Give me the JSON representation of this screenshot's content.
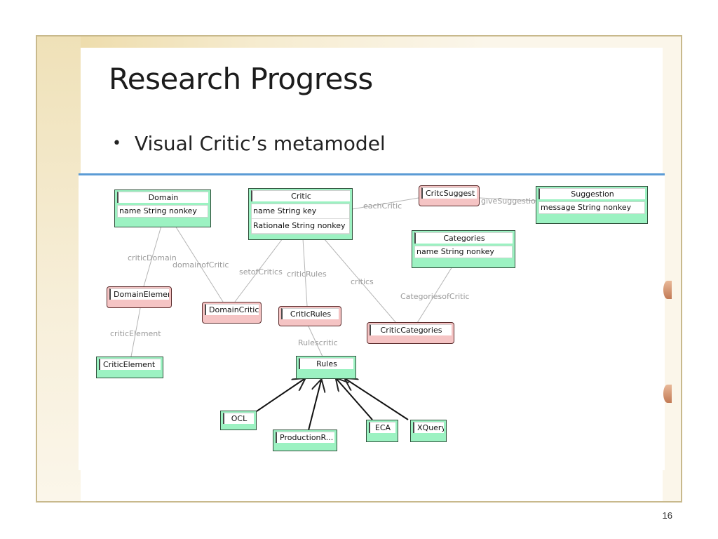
{
  "slide": {
    "title": "Research Progress",
    "bullet": "Visual Critic’s metamodel",
    "page_number": "16"
  },
  "diagram": {
    "classes": {
      "domain": {
        "name": "Domain",
        "attrs": [
          "name String nonkey"
        ]
      },
      "critic": {
        "name": "Critic",
        "attrs": [
          "name String key",
          "Rationale String nonkey"
        ]
      },
      "critic_suggest": {
        "name": "CritcSuggest"
      },
      "suggestion": {
        "name": "Suggestion",
        "attrs": [
          "message String nonkey"
        ]
      },
      "categories": {
        "name": "Categories",
        "attrs": [
          "name String nonkey"
        ]
      },
      "domain_element": {
        "name": "DomainElement"
      },
      "domain_critic": {
        "name": "DomainCritic"
      },
      "critic_rules": {
        "name": "CriticRules"
      },
      "critic_categories": {
        "name": "CriticCategories"
      },
      "critic_element": {
        "name": "CriticElement"
      },
      "rules": {
        "name": "Rules"
      },
      "ocl": {
        "name": "OCL"
      },
      "production_rules": {
        "name": "ProductionR..."
      },
      "eca": {
        "name": "ECA"
      },
      "xquery": {
        "name": "XQuery"
      }
    },
    "relations": {
      "each_critic": "eachCritic",
      "give_suggestion": "giveSuggestion",
      "critic_domain": "criticDomain",
      "domain_of_critic": "domainofCritic",
      "set_of_critics": "setofCritics",
      "critic_rules": "criticRules",
      "critics": "critics",
      "categories_of_critic": "CategoriesofCritic",
      "critic_element": "criticElement",
      "rules_critic": "Rulescritic"
    }
  },
  "colors": {
    "entity_fill": "#9cf2c2",
    "relationship_fill": "#f5c4c4",
    "accent_line": "#5b9bd5",
    "frame": "#c8b98c"
  }
}
